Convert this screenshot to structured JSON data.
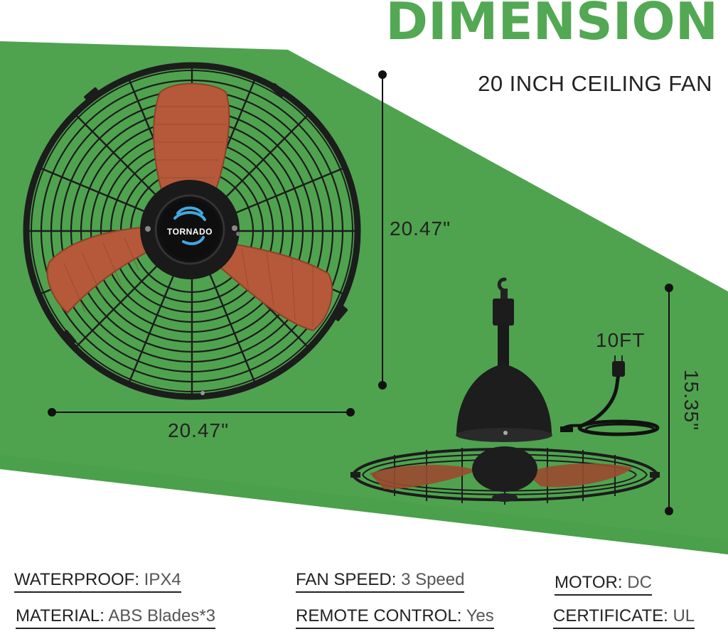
{
  "heading": {
    "title": "DIMENSION",
    "subtitle": "20 INCH CEILING FAN"
  },
  "dimensions": {
    "front_height": "20.47\"",
    "front_width": "20.47\"",
    "side_height": "15.35\"",
    "cord_length": "10FT"
  },
  "brand": {
    "logo_text": "TORNADO"
  },
  "specs": [
    {
      "key": "WATERPROOF",
      "value": "IPX4"
    },
    {
      "key": "FAN SPEED",
      "value": "3 Speed"
    },
    {
      "key": "MOTOR",
      "value": "DC"
    },
    {
      "key": "MATERIAL",
      "value": "ABS Blades*3"
    },
    {
      "key": "REMOTE CONTROL",
      "value": "Yes"
    },
    {
      "key": "CERTIFICATE",
      "value": "UL"
    }
  ],
  "colors": {
    "brand_green": "#53A853",
    "band_green": "#4FA34F",
    "blade": "#B5593A",
    "metal": "#1c1c1c"
  }
}
